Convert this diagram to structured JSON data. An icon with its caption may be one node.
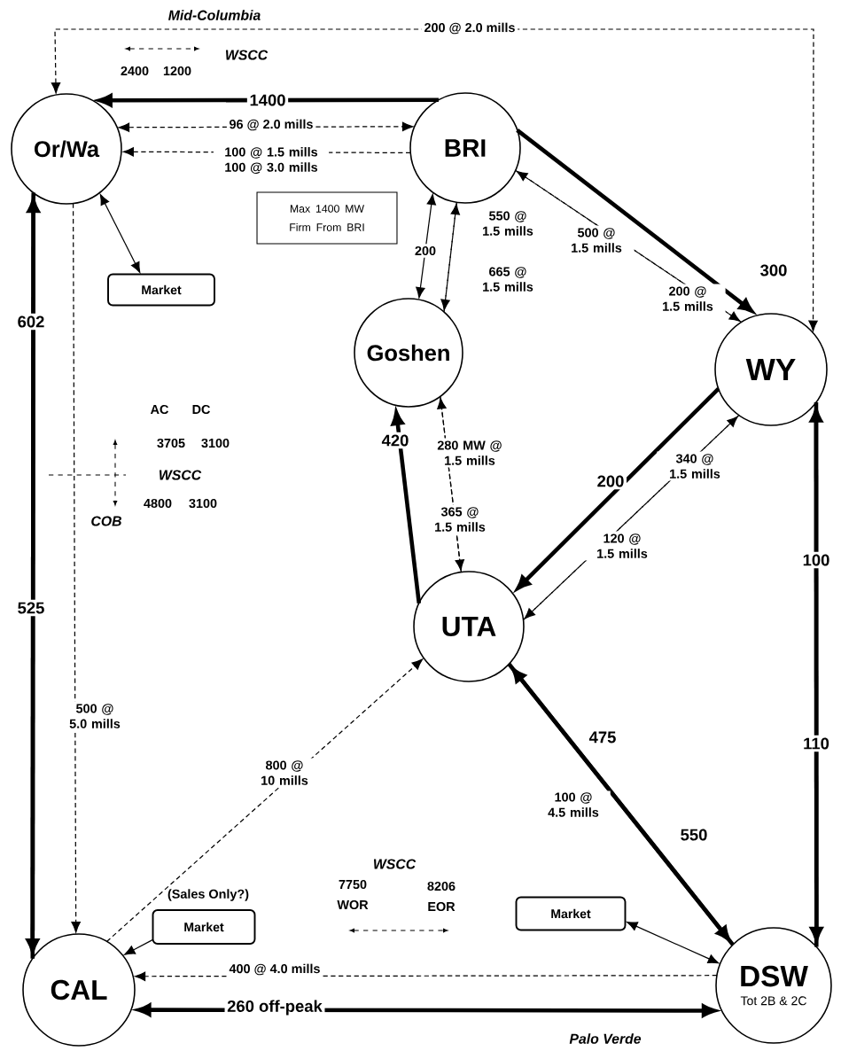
{
  "diagram": {
    "nodes": [
      {
        "text": [
          "Or/Wa"
        ]
      },
      {
        "text": [
          "BRI"
        ]
      },
      {
        "text": [
          "Max 1400 MW Firm From BRI"
        ]
      },
      {
        "text": [
          "Market"
        ]
      },
      {
        "text": [
          "Goshen"
        ]
      },
      {
        "text": [
          "WY"
        ]
      },
      {
        "text": [
          "UTA"
        ]
      },
      {
        "text": [
          "Market"
        ],
        "beside": [
          "(Sales Only?)"
        ]
      },
      {
        "text": [
          "Market"
        ]
      },
      {
        "text": [
          "CAL"
        ]
      },
      {
        "text": [
          "DSW",
          "Tot 2B & 2C"
        ]
      }
    ],
    "edges": [
      {
        "from": 1,
        "to": 0,
        "arrow": "to",
        "style": "thick",
        "label": "1400"
      },
      {
        "from": 0,
        "to": 1,
        "arrow": "both",
        "style": "dashed",
        "label": "96 @ 2.0 mills"
      },
      {
        "from": 1,
        "to": 0,
        "arrow": "to",
        "style": "dashed",
        "label": "100 @ 1.5 mills 100 @ 3.0 mills"
      },
      {
        "from": 0,
        "to": 5,
        "arrow": "both",
        "style": "dashed",
        "label": "200 @ 2.0 mills"
      },
      {
        "from": 0,
        "to": 3,
        "arrow": "both"
      },
      {
        "from": 0,
        "to": 9,
        "arrow": "to",
        "style": "dashed",
        "label": "500 @ 5.0 mills"
      },
      {
        "from": 9,
        "to": 0,
        "arrow": "to",
        "style": "thick",
        "label": "602"
      },
      {
        "from": 0,
        "to": 9,
        "arrow": "to",
        "style": "thick",
        "label": "525"
      },
      {
        "from": 1,
        "to": 5,
        "arrow": "to",
        "style": "thick",
        "label": "300"
      },
      {
        "from": 5,
        "to": 1,
        "arrow": "to",
        "style": "dashed",
        "label": "500 @ 1.5 mills"
      },
      {
        "from": 1,
        "to": 5,
        "arrow": "to",
        "style": "dashed",
        "label": "200 @ 1.5 mills"
      },
      {
        "from": 1,
        "to": 4,
        "arrow": "both",
        "label": "200"
      },
      {
        "from": 4,
        "to": 1,
        "arrow": "to",
        "style": "dashed",
        "label": "550 @ 1.5 mills"
      },
      {
        "from": 1,
        "to": 4,
        "arrow": "to",
        "style": "dashed",
        "label": "665 @ 1.5 mills"
      },
      {
        "from": 6,
        "to": 4,
        "arrow": "to",
        "style": "thick",
        "label": "420"
      },
      {
        "from": 6,
        "to": 4,
        "arrow": "to",
        "style": "dashed",
        "label": "280 MW @ 1.5 mills"
      },
      {
        "from": 4,
        "to": 6,
        "arrow": "to",
        "style": "dashed",
        "label": "365 @ 1.5 mills"
      },
      {
        "from": 5,
        "to": 6,
        "arrow": "to",
        "style": "thick",
        "label": "200"
      },
      {
        "from": 6,
        "to": 5,
        "arrow": "to",
        "style": "dashed",
        "label": "340 @ 1.5 mills"
      },
      {
        "from": 5,
        "to": 6,
        "arrow": "to",
        "style": "dashed",
        "label": "120 @ 1.5 mills"
      },
      {
        "from": 10,
        "to": 5,
        "arrow": "to",
        "style": "thick",
        "label": "100"
      },
      {
        "from": 5,
        "to": 10,
        "arrow": "to",
        "style": "thick",
        "label": "110"
      },
      {
        "from": 10,
        "to": 6,
        "arrow": "to",
        "style": "thick",
        "label": "475"
      },
      {
        "from": 6,
        "to": 10,
        "arrow": "to",
        "style": "thick",
        "label": "550"
      },
      {
        "from": 9,
        "to": 6,
        "arrow": "to",
        "style": "dashed",
        "label": "800 @ 10 mills"
      },
      {
        "from": 7,
        "to": 9,
        "arrow": "to"
      },
      {
        "from": 8,
        "to": 10,
        "arrow": "both"
      },
      {
        "from": 10,
        "to": 9,
        "arrow": "to",
        "style": "dashed",
        "label": "400 @ 4.0 mills"
      },
      {
        "from": 9,
        "to": 10,
        "arrow": "both",
        "style": "thick",
        "label": "260 off-peak"
      }
    ],
    "labels": [
      "Mid-Columbia",
      "WSCC",
      "2400",
      "1200",
      "AC",
      "DC",
      "3705",
      "3100",
      "WSCC",
      "4800",
      "3100",
      "COB",
      "100 @ 4.5 mills",
      "WSCC",
      "7750",
      "WOR",
      "8206",
      "EOR",
      "Palo Verde"
    ]
  }
}
